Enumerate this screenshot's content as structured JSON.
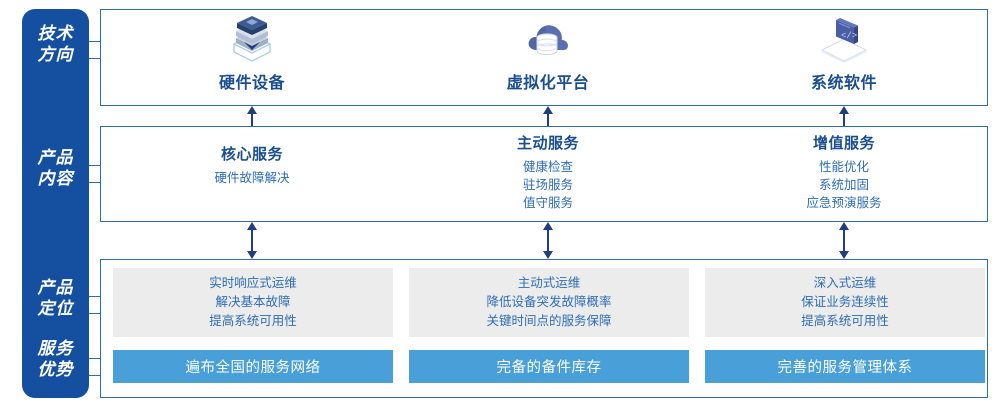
{
  "rail": {
    "labels": [
      {
        "name": "tech-direction",
        "lines": [
          "技术",
          "方向"
        ]
      },
      {
        "name": "product-content",
        "lines": [
          "产品",
          "内容"
        ]
      },
      {
        "name": "product-position",
        "lines": [
          "产品",
          "定位"
        ]
      },
      {
        "name": "service-advantage",
        "lines": [
          "服务",
          "优势"
        ]
      }
    ],
    "color": "#14509F"
  },
  "tech": {
    "columns": [
      {
        "icon": "server-stack-icon",
        "title": "硬件设备"
      },
      {
        "icon": "cloud-database-icon",
        "title": "虚拟化平台"
      },
      {
        "icon": "laptop-code-icon",
        "title": "系统软件"
      }
    ]
  },
  "content": {
    "columns": [
      {
        "title": "核心服务",
        "items": [
          "硬件故障解决"
        ]
      },
      {
        "title": "主动服务",
        "items": [
          "健康检查",
          "驻场服务",
          "值守服务"
        ]
      },
      {
        "title": "增值服务",
        "items": [
          "性能优化",
          "系统加固",
          "应急预演服务"
        ]
      }
    ]
  },
  "positioning": {
    "cards": [
      {
        "lines": [
          "实时响应式运维",
          "解决基本故障",
          "提高系统可用性"
        ]
      },
      {
        "lines": [
          "主动式运维",
          "降低设备突发故障概率",
          "关键时间点的服务保障"
        ]
      },
      {
        "lines": [
          "深入式运维",
          "保证业务连续性",
          "提高系统可用性"
        ]
      }
    ]
  },
  "advantages": {
    "bars": [
      "遍布全国的服务网络",
      "完备的备件库存",
      "完善的服务管理体系"
    ],
    "color": "#49A0D8"
  },
  "theme": {
    "rail_blue": "#14509F",
    "border_blue": "#2E6DB4",
    "title_blue": "#1A4E8E",
    "text_blue": "#2E6DB4",
    "card_grey": "#ECECEC",
    "bar_blue": "#49A0D8"
  }
}
